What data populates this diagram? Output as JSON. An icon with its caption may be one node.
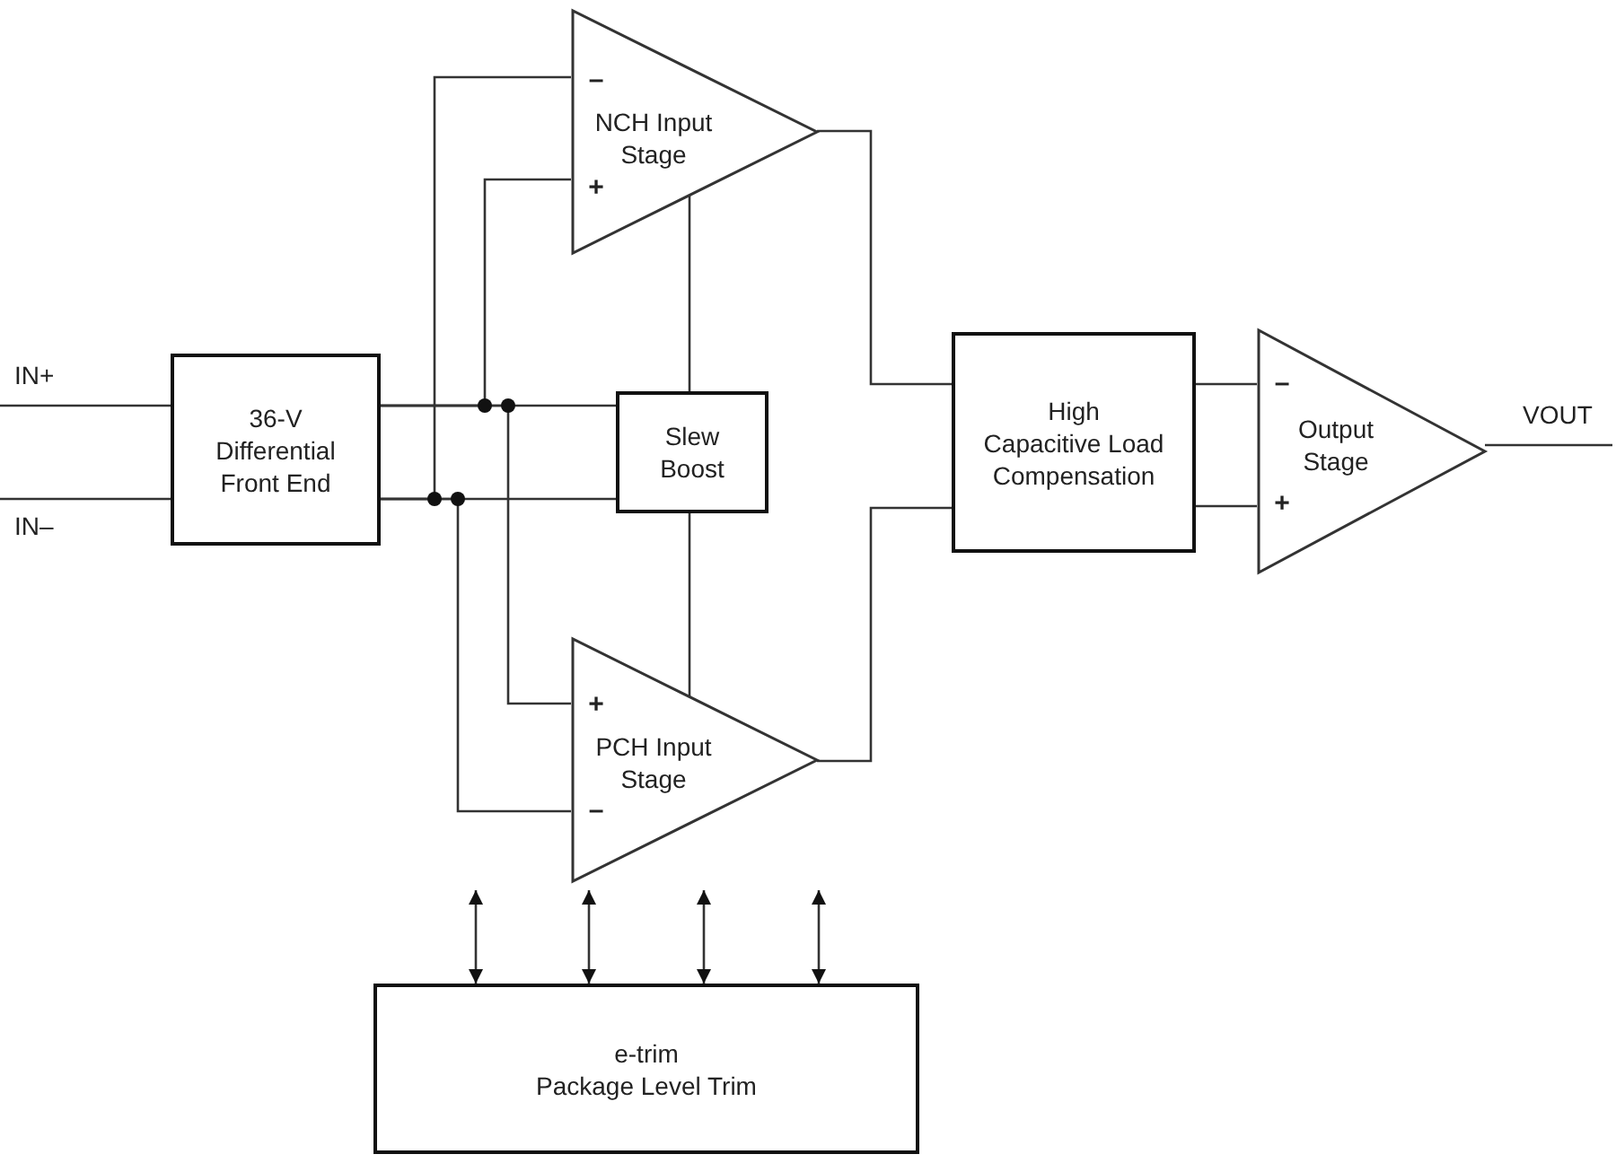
{
  "diagram": {
    "nodes": [
      {
        "text": [
          "IN+"
        ]
      },
      {
        "text": [
          "IN–"
        ]
      },
      {
        "text": [
          "36-V Differential Front End"
        ]
      },
      {
        "text": [
          "–",
          "NCH Input Stage",
          "+"
        ]
      },
      {
        "text": [
          "Slew Boost"
        ]
      },
      {
        "text": [
          "+",
          "PCH Input Stage",
          "–"
        ]
      },
      {
        "text": [
          "High Capacitive Load Compensation"
        ]
      },
      {
        "text": [
          "–",
          "Output Stage",
          "+"
        ]
      },
      {
        "text": [
          "VOUT"
        ]
      },
      {
        "text": [
          "e-trim",
          "Package Level Trim"
        ]
      }
    ],
    "edges": [
      {
        "from": 0,
        "to": 2,
        "arrow": "none"
      },
      {
        "from": 1,
        "to": 2,
        "arrow": "none"
      },
      {
        "from": 2,
        "to": 4,
        "arrow": "none"
      },
      {
        "from": 2,
        "to": 4,
        "arrow": "none"
      },
      {
        "from": 2,
        "to": 3,
        "arrow": "none"
      },
      {
        "from": 2,
        "to": 3,
        "arrow": "none"
      },
      {
        "from": 2,
        "to": 5,
        "arrow": "none"
      },
      {
        "from": 2,
        "to": 5,
        "arrow": "none"
      },
      {
        "from": 4,
        "to": 3,
        "arrow": "none"
      },
      {
        "from": 4,
        "to": 5,
        "arrow": "none"
      },
      {
        "from": 3,
        "to": 6,
        "arrow": "none"
      },
      {
        "from": 5,
        "to": 6,
        "arrow": "none"
      },
      {
        "from": 6,
        "to": 7,
        "arrow": "none"
      },
      {
        "from": 6,
        "to": 7,
        "arrow": "none"
      },
      {
        "from": 7,
        "to": 8,
        "arrow": "none"
      },
      {
        "from": null,
        "to": 9,
        "arrow": "both"
      },
      {
        "from": 5,
        "to": 9,
        "arrow": "both"
      },
      {
        "from": null,
        "to": 9,
        "arrow": "both"
      },
      {
        "from": null,
        "to": 9,
        "arrow": "both"
      }
    ]
  }
}
